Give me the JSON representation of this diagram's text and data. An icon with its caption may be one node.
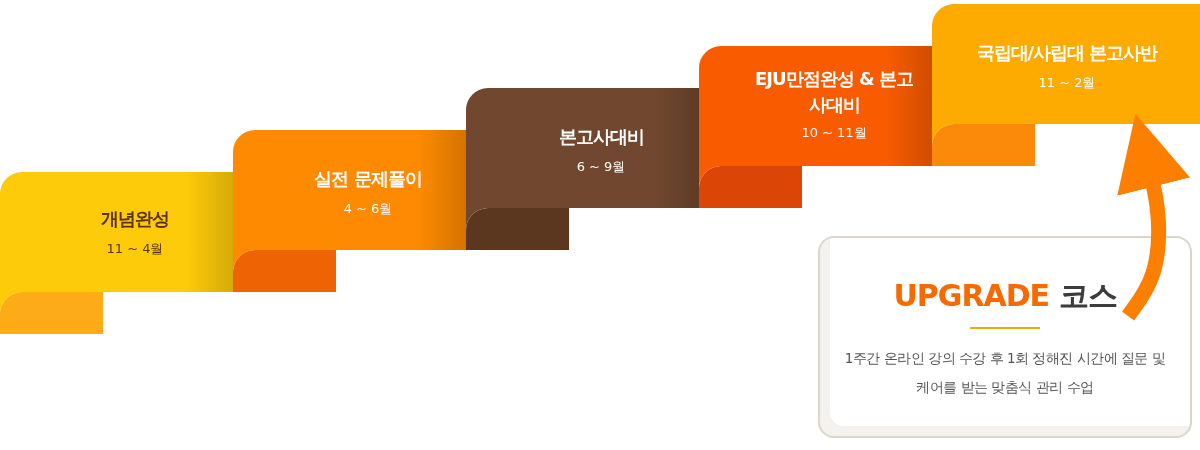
{
  "diagram": {
    "nodes": [
      {
        "text": [
          "개념완성",
          "11 ~ 4월"
        ]
      },
      {
        "text": [
          "실전 문제풀이",
          "4 ~ 6월"
        ]
      },
      {
        "text": [
          "본고사대비",
          "6 ~ 9월"
        ]
      },
      {
        "text": [
          "EJU만점완성 & 본고사대비",
          "10 ~ 11월"
        ]
      },
      {
        "text": [
          "국립대/사립대 본고사반",
          "11 ~ 2월"
        ]
      },
      {
        "text": [
          "UPGRADE",
          "코스",
          "1주간 온라인 강의 수강 후 1회 정해진 시간에 질문 및 케어를 받는 맞춤식 관리 수업"
        ]
      }
    ],
    "edges": [
      {
        "from": 5,
        "to": 4,
        "arrow": "to",
        "color": "#fc7f00"
      }
    ]
  }
}
